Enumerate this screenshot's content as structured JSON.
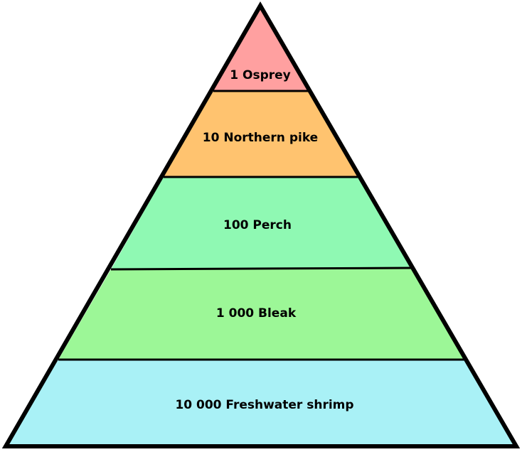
{
  "pyramid": {
    "levels": [
      {
        "label": "1 Osprey",
        "count": 1,
        "organism": "Osprey",
        "color": "#ffa0a0"
      },
      {
        "label": "10 Northern pike",
        "count": 10,
        "organism": "Northern pike",
        "color": "#ffc36f"
      },
      {
        "label": "100 Perch",
        "count": 100,
        "organism": "Perch",
        "color": "#8ff9b3"
      },
      {
        "label": "1 000 Bleak",
        "count": 1000,
        "organism": "Bleak",
        "color": "#9cf797"
      },
      {
        "label": "10 000 Freshwater shrimp",
        "count": 10000,
        "organism": "Freshwater shrimp",
        "color": "#a9f1f6"
      }
    ],
    "outline_color": "#000000"
  }
}
